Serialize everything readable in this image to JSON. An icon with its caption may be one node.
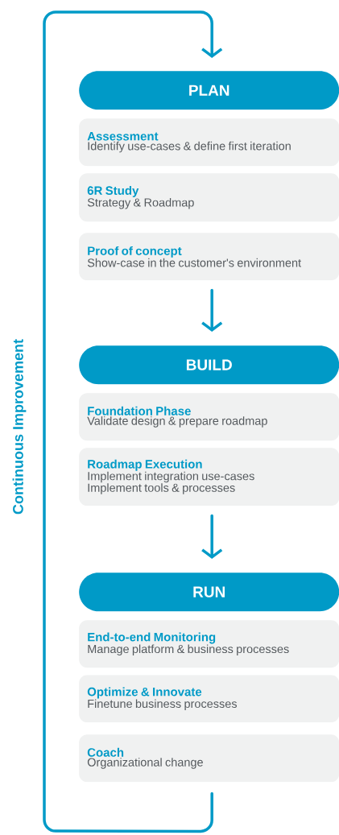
{
  "diagram": {
    "nodes": [
      {
        "text": [
          "PLAN"
        ]
      },
      {
        "text": [
          "Assessment",
          "Identify use-cases & define first iteration"
        ]
      },
      {
        "text": [
          "6R Study",
          "Strategy & Roadmap"
        ]
      },
      {
        "text": [
          "Proof of concept",
          "Show-case in the customer's environment"
        ]
      },
      {
        "text": [
          "BUILD"
        ]
      },
      {
        "text": [
          "Foundation Phase",
          "Validate design & prepare roadmap"
        ]
      },
      {
        "text": [
          "Roadmap Execution",
          "Implement integration use-cases",
          "Implement tools & processes"
        ]
      },
      {
        "text": [
          "RUN"
        ]
      },
      {
        "text": [
          "End-to-end Monitoring",
          "Manage platform & business processes"
        ]
      },
      {
        "text": [
          "Optimize & Innovate",
          "Finetune business processes"
        ]
      },
      {
        "text": [
          "Coach",
          "Organizational change"
        ]
      }
    ],
    "edges": [
      {
        "from": 3,
        "to": 4,
        "arrow": "to"
      },
      {
        "from": 6,
        "to": 7,
        "arrow": "to"
      },
      {
        "from": 10,
        "to": 0,
        "arrow": "to",
        "label": "Continuous Improvement"
      }
    ]
  }
}
